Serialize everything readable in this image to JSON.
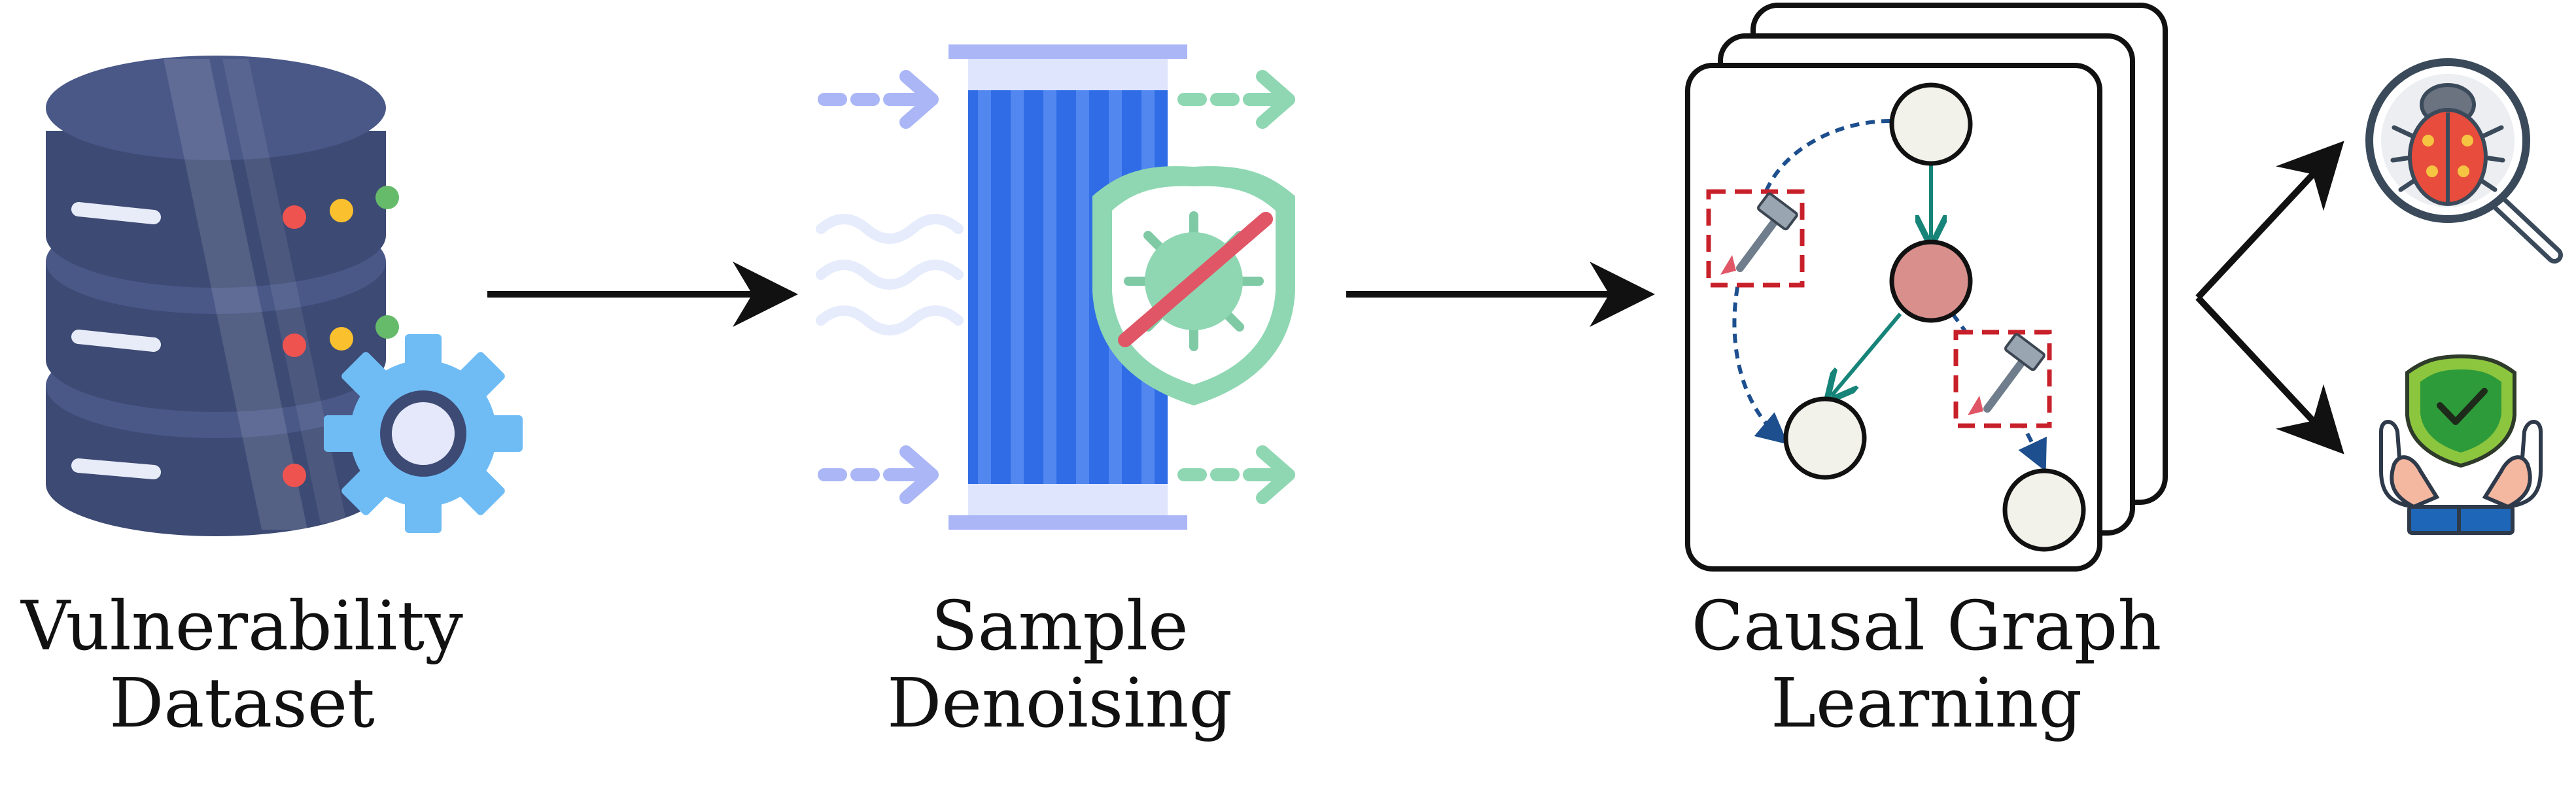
{
  "stages": [
    {
      "id": "dataset",
      "line1": "Vulnerability",
      "line2": "Dataset",
      "icons": [
        "database-icon",
        "gear-icon"
      ]
    },
    {
      "id": "denoising",
      "line1": "Sample",
      "line2": "Denoising",
      "icons": [
        "filter-icon",
        "shield-icon",
        "virus-icon"
      ]
    },
    {
      "id": "causal",
      "line1": "Causal Graph",
      "line2": "Learning",
      "icons": [
        "graph-card-icon",
        "hammer-icon"
      ]
    }
  ],
  "outputs": {
    "icons": [
      "bug-magnifier-icon",
      "protection-hands-icon"
    ]
  },
  "colors": {
    "db_dark": "#3d4a74",
    "db_mid": "#4a5888",
    "gear": "#6fbcf5",
    "filter_blue": "#2f6ce6",
    "filter_light": "#aab6f6",
    "shield_green": "#8ed7b2",
    "node_red": "#d9908d",
    "edge_teal": "#168478",
    "edge_blue": "#1d4f8e",
    "box_red": "#c8202a"
  }
}
